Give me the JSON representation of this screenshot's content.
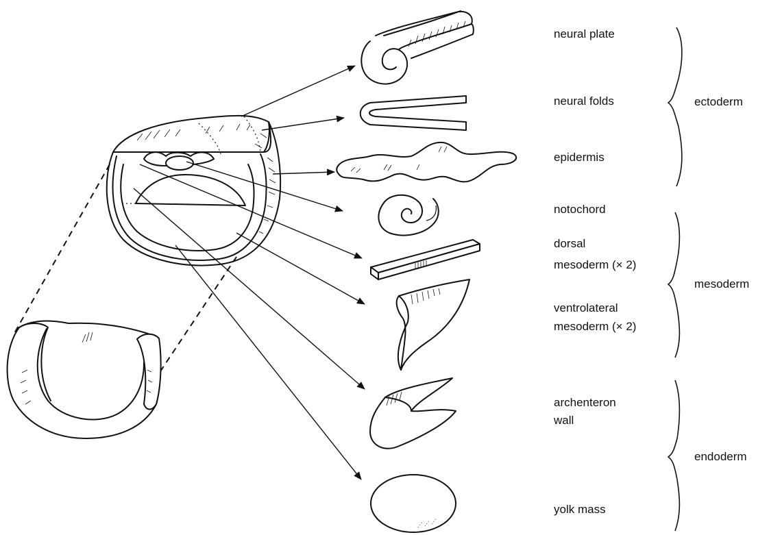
{
  "labels": {
    "neural_plate": "neural plate",
    "neural_folds": "neural folds",
    "epidermis": "epidermis",
    "notochord": "notochord",
    "dorsal_mesoderm": [
      "dorsal",
      "mesoderm (× 2)"
    ],
    "ventrolateral_mesoderm": [
      "ventrolateral",
      "mesoderm (× 2)"
    ],
    "archenteron_wall": [
      "archenteron",
      "wall"
    ],
    "yolk_mass": "yolk mass"
  },
  "groups": {
    "ectoderm": "ectoderm",
    "mesoderm": "mesoderm",
    "endoderm": "endoderm"
  }
}
